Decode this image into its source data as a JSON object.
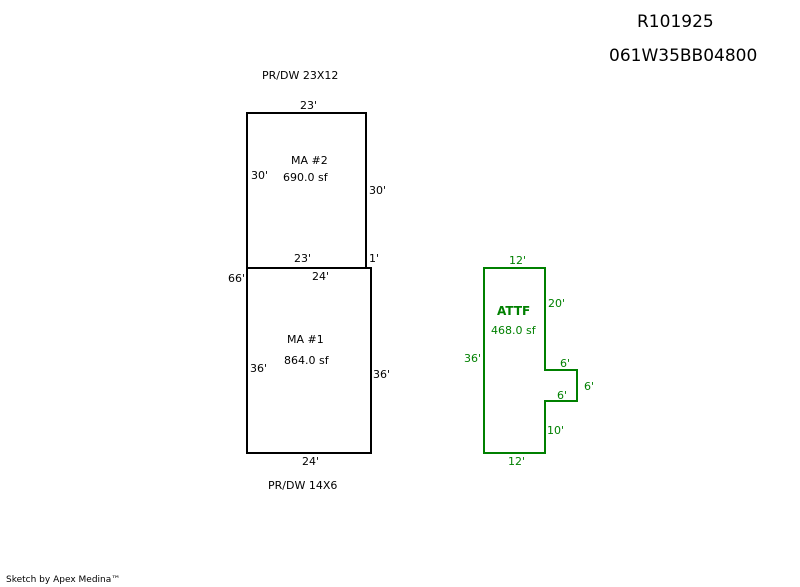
{
  "header": {
    "parcel_id": "R101925",
    "map_tax_lot": "061W35BB04800"
  },
  "colors": {
    "main_area": "#000000",
    "attached": "#008000"
  },
  "structures": {
    "ma2": {
      "label": "MA #2",
      "area": "690.0 sf",
      "note": "PR/DW 23X12",
      "dims": {
        "top": "23'",
        "left": "30'",
        "right": "30'",
        "bottom": "23'",
        "step": "1'"
      }
    },
    "ma1": {
      "label": "MA #1",
      "area": "864.0 sf",
      "note": "PR/DW 14X6",
      "dims": {
        "top": "24'",
        "left": "36'",
        "right": "36'",
        "bottom": "24'",
        "overall": "66'"
      }
    },
    "attf": {
      "label": "ATTF",
      "area": "468.0 sf",
      "dims": {
        "top": "12'",
        "left": "36'",
        "right_upper": "20'",
        "jog_top": "6'",
        "jog_right": "6'",
        "jog_bottom": "6'",
        "right_lower": "10'",
        "bottom": "12'"
      }
    }
  },
  "footer": {
    "credit": "Sketch by Apex Medina™"
  }
}
